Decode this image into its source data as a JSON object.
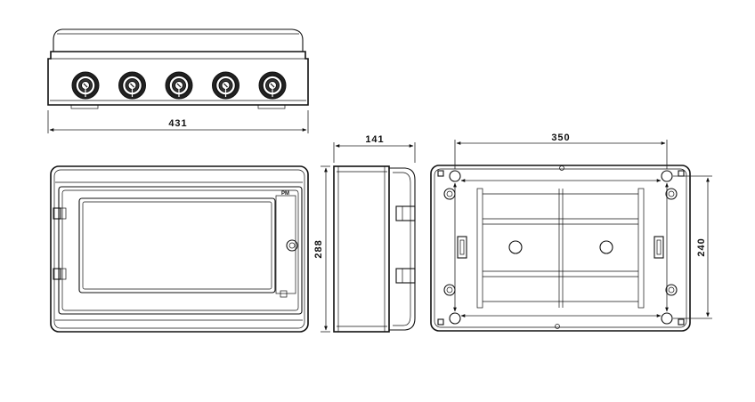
{
  "dimensions": {
    "width_label": "431",
    "depth_label": "141",
    "height_label": "288",
    "hole_spacing_label": "350",
    "hole_height_label": "240"
  },
  "front_view": {
    "badge": "PM"
  },
  "glands": {
    "count": 5
  }
}
